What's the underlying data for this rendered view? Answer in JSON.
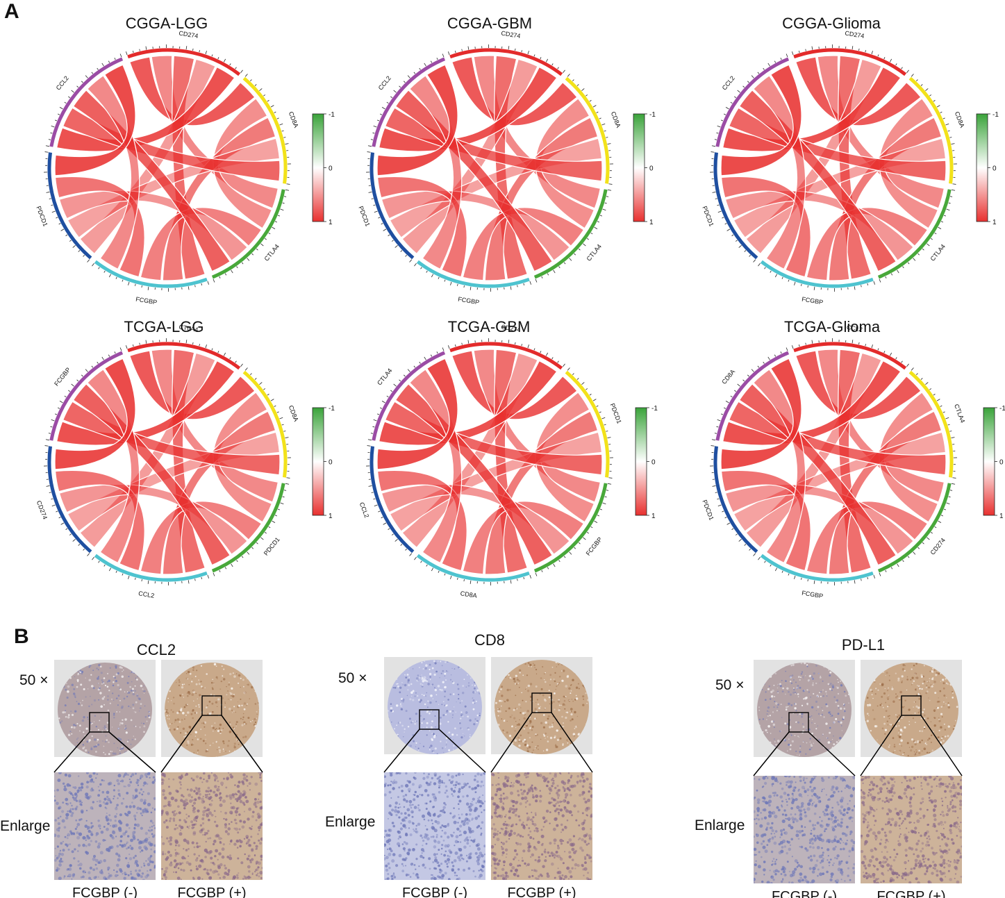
{
  "panels": {
    "a": "A",
    "b": "B"
  },
  "colorbar_ticks": [
    "-1",
    "0",
    "1"
  ],
  "colors": {
    "positive": "#e8302f",
    "negative": "#3aa33a",
    "ring": [
      "#e32b2b",
      "#f2e21a",
      "#48a83a",
      "#4ec3cf",
      "#1f4fa0",
      "#9b4ca5"
    ]
  },
  "chords": [
    {
      "title": "CGGA-LGG",
      "genes": [
        "CD274",
        "CD8A",
        "CTLA4",
        "FCGBP",
        "PDCD1",
        "CCL2"
      ]
    },
    {
      "title": "CGGA-GBM",
      "genes": [
        "CD274",
        "CD8A",
        "CTLA4",
        "FCGBP",
        "PDCD1",
        "CCL2"
      ]
    },
    {
      "title": "CGGA-Glioma",
      "genes": [
        "CD274",
        "CD8A",
        "CTLA4",
        "FCGBP",
        "PDCD1",
        "CCL2"
      ]
    },
    {
      "title": "TCGA-LGG",
      "genes": [
        "CTLA4",
        "CD8A",
        "PDCD1",
        "CCL2",
        "CD274",
        "FCGBP"
      ]
    },
    {
      "title": "TCGA-GBM",
      "genes": [
        "CD274",
        "PDCD1",
        "FCGBP",
        "CD8A",
        "CCL2",
        "CTLA4"
      ]
    },
    {
      "title": "TCGA-Glioma",
      "genes": [
        "CCL2",
        "CTLA4",
        "CD274",
        "FCGBP",
        "PDCD1",
        "CD8A"
      ]
    }
  ],
  "ihc": {
    "row_labels": {
      "low": "50 ×",
      "high": "Enlarge"
    },
    "col_labels": {
      "neg": "FCGBP (-)",
      "pos": "FCGBP (+)"
    },
    "markers": [
      "CCL2",
      "CD8",
      "PD-L1"
    ],
    "stain": {
      "hematoxylin": "#6f78b8",
      "dab": "#b08560",
      "background": "#e2e2e2"
    }
  }
}
